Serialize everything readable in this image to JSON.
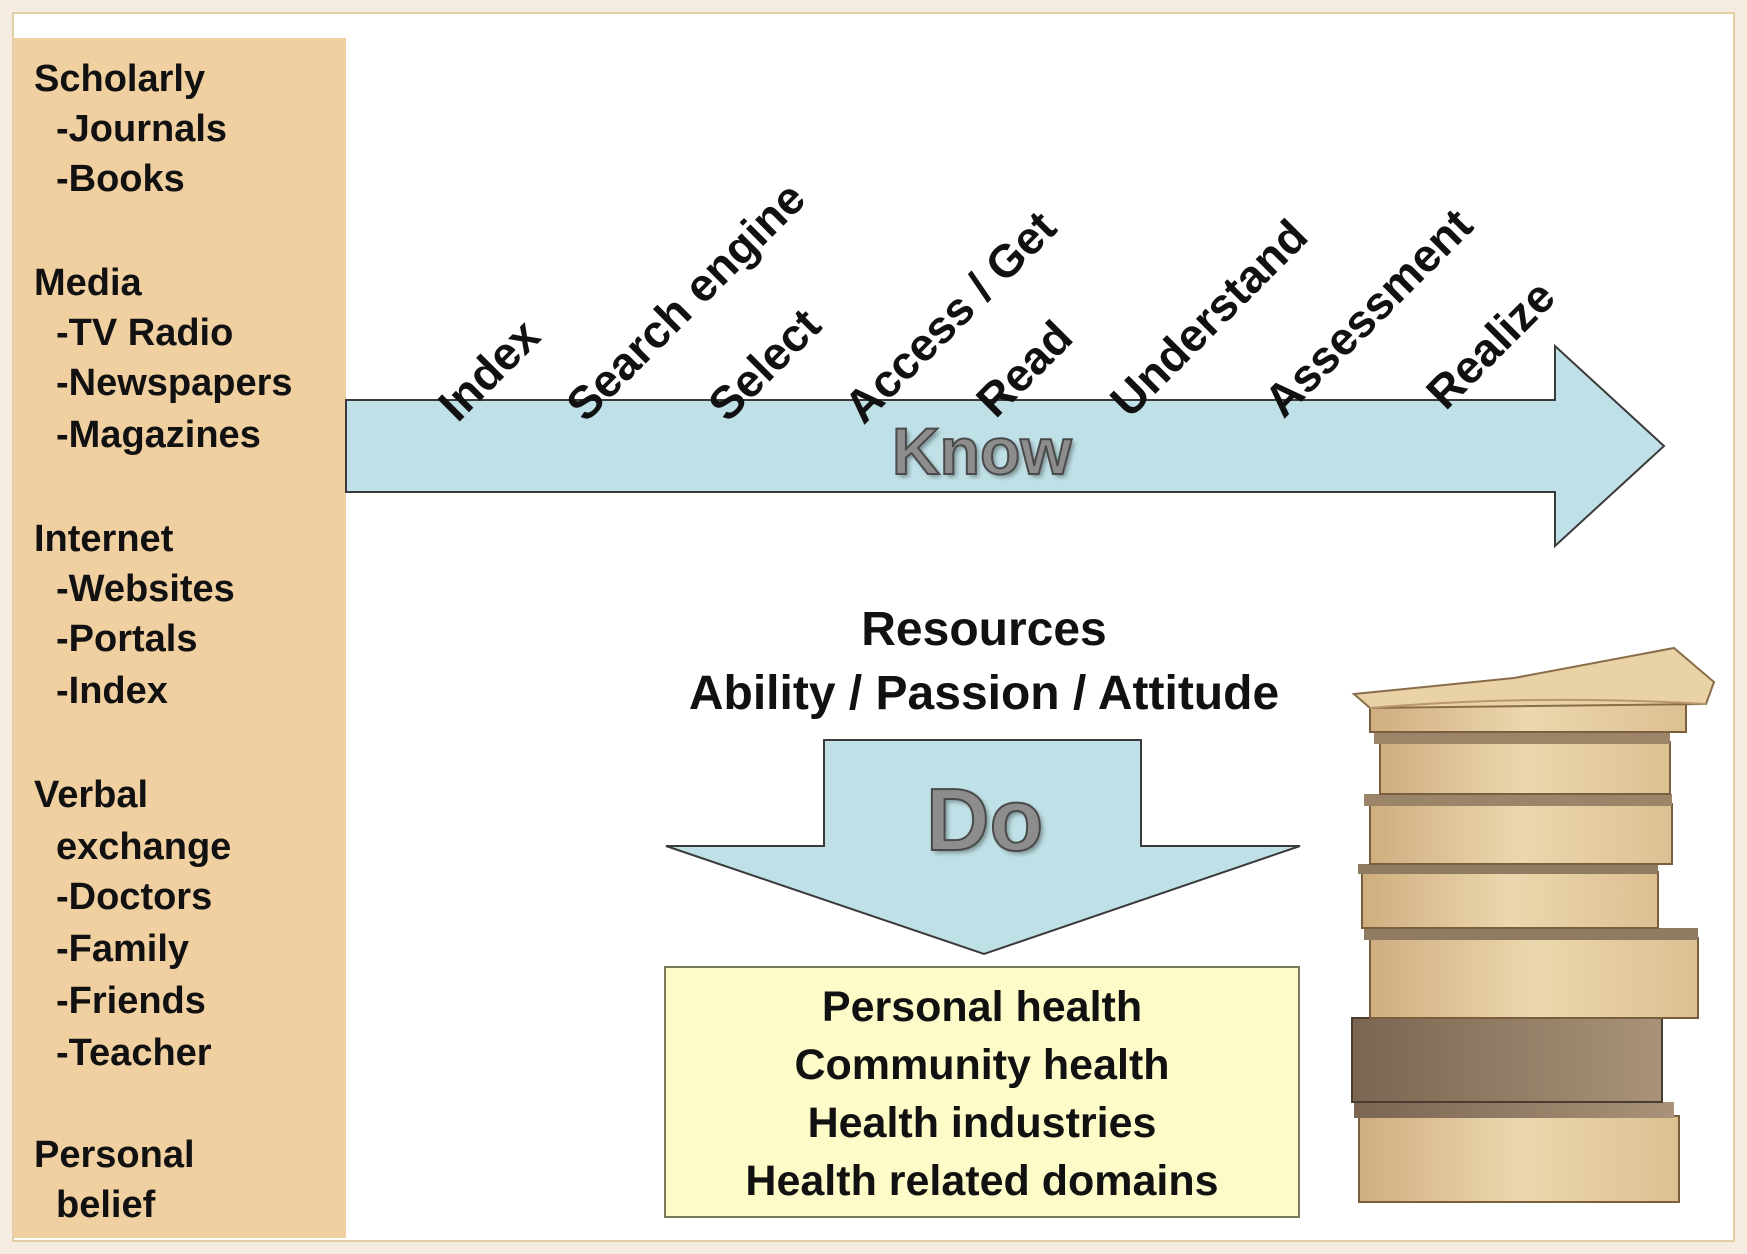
{
  "sources": {
    "groups": [
      {
        "title": "Scholarly",
        "items": [
          "-Journals",
          "-Books"
        ]
      },
      {
        "title": "Media",
        "items": [
          "-TV Radio",
          "-Newspapers",
          "-Magazines"
        ]
      },
      {
        "title": "Internet",
        "items": [
          "-Websites",
          "-Portals",
          "-Index"
        ]
      },
      {
        "title": "Verbal",
        "items": [
          "exchange",
          "-Doctors",
          "-Family",
          "-Friends",
          "-Teacher"
        ]
      },
      {
        "title": "Personal",
        "items": [
          "belief"
        ]
      }
    ]
  },
  "know_arrow": {
    "label": "Know",
    "fill": "#bfe0e6",
    "steps": [
      "Index",
      "Search engine",
      "Select",
      "Access / Get",
      "Read",
      "Understand",
      "Assessment",
      "Realize"
    ]
  },
  "middle": {
    "line1": "Resources",
    "line2": "Ability / Passion / Attitude"
  },
  "do_arrow": {
    "label": "Do",
    "fill": "#bfe0e6"
  },
  "outcomes": [
    "Personal health",
    "Community health",
    "Health industries",
    "Health related domains"
  ],
  "image": {
    "icon": "book-stack-icon"
  }
}
